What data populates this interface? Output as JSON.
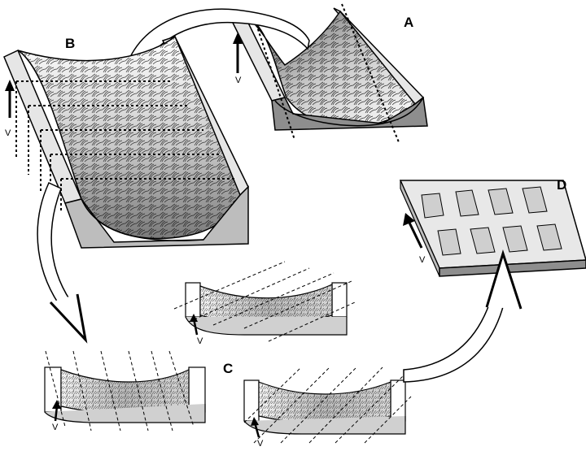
{
  "labels": {
    "a": "A",
    "b": "B",
    "c": "C",
    "d": "D",
    "v": "V"
  },
  "colors": {
    "outline": "#000000",
    "light_face": "#e6e6e6",
    "mid_face": "#bdbdbd",
    "dark_face": "#8e8e8e",
    "white": "#ffffff"
  }
}
